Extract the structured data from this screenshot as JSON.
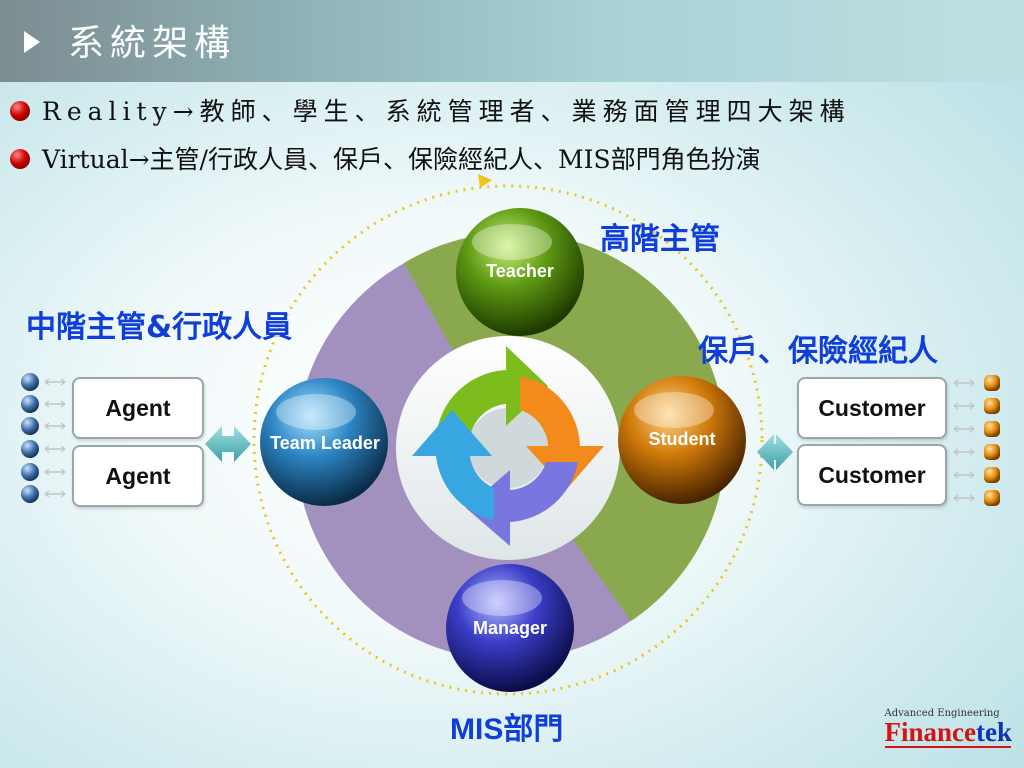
{
  "slide": {
    "title": "系統架構",
    "bullets": [
      {
        "text": "Reality→教師、學生、系統管理者、業務面管理四大架構"
      },
      {
        "text": "Virtual→主管/行政人員、保戶、保險經紀人、MIS部門角色扮演"
      }
    ]
  },
  "diagram": {
    "labels": {
      "top": "高階主管",
      "left": "中階主管&行政人員",
      "right": "保戶、保險經紀人",
      "bottom": "MIS部門"
    },
    "spheres": {
      "top": "Teacher",
      "left": "Team Leader",
      "right": "Student",
      "bottom": "Manager"
    },
    "left_boxes": [
      "Agent",
      "Agent"
    ],
    "right_boxes": [
      "Customer",
      "Customer"
    ],
    "colors": {
      "teacher": "#5f9a14",
      "team_leader": "#2d86c4",
      "student": "#d07a0a",
      "manager": "#3a3ec8",
      "pie_green": "#8aa84e",
      "pie_purple": "#a291be",
      "label_blue": "#0f3fd8"
    }
  },
  "logo": {
    "tagline": "Advanced Engineering",
    "brand_main": "Finance",
    "brand_accent": "tek"
  }
}
